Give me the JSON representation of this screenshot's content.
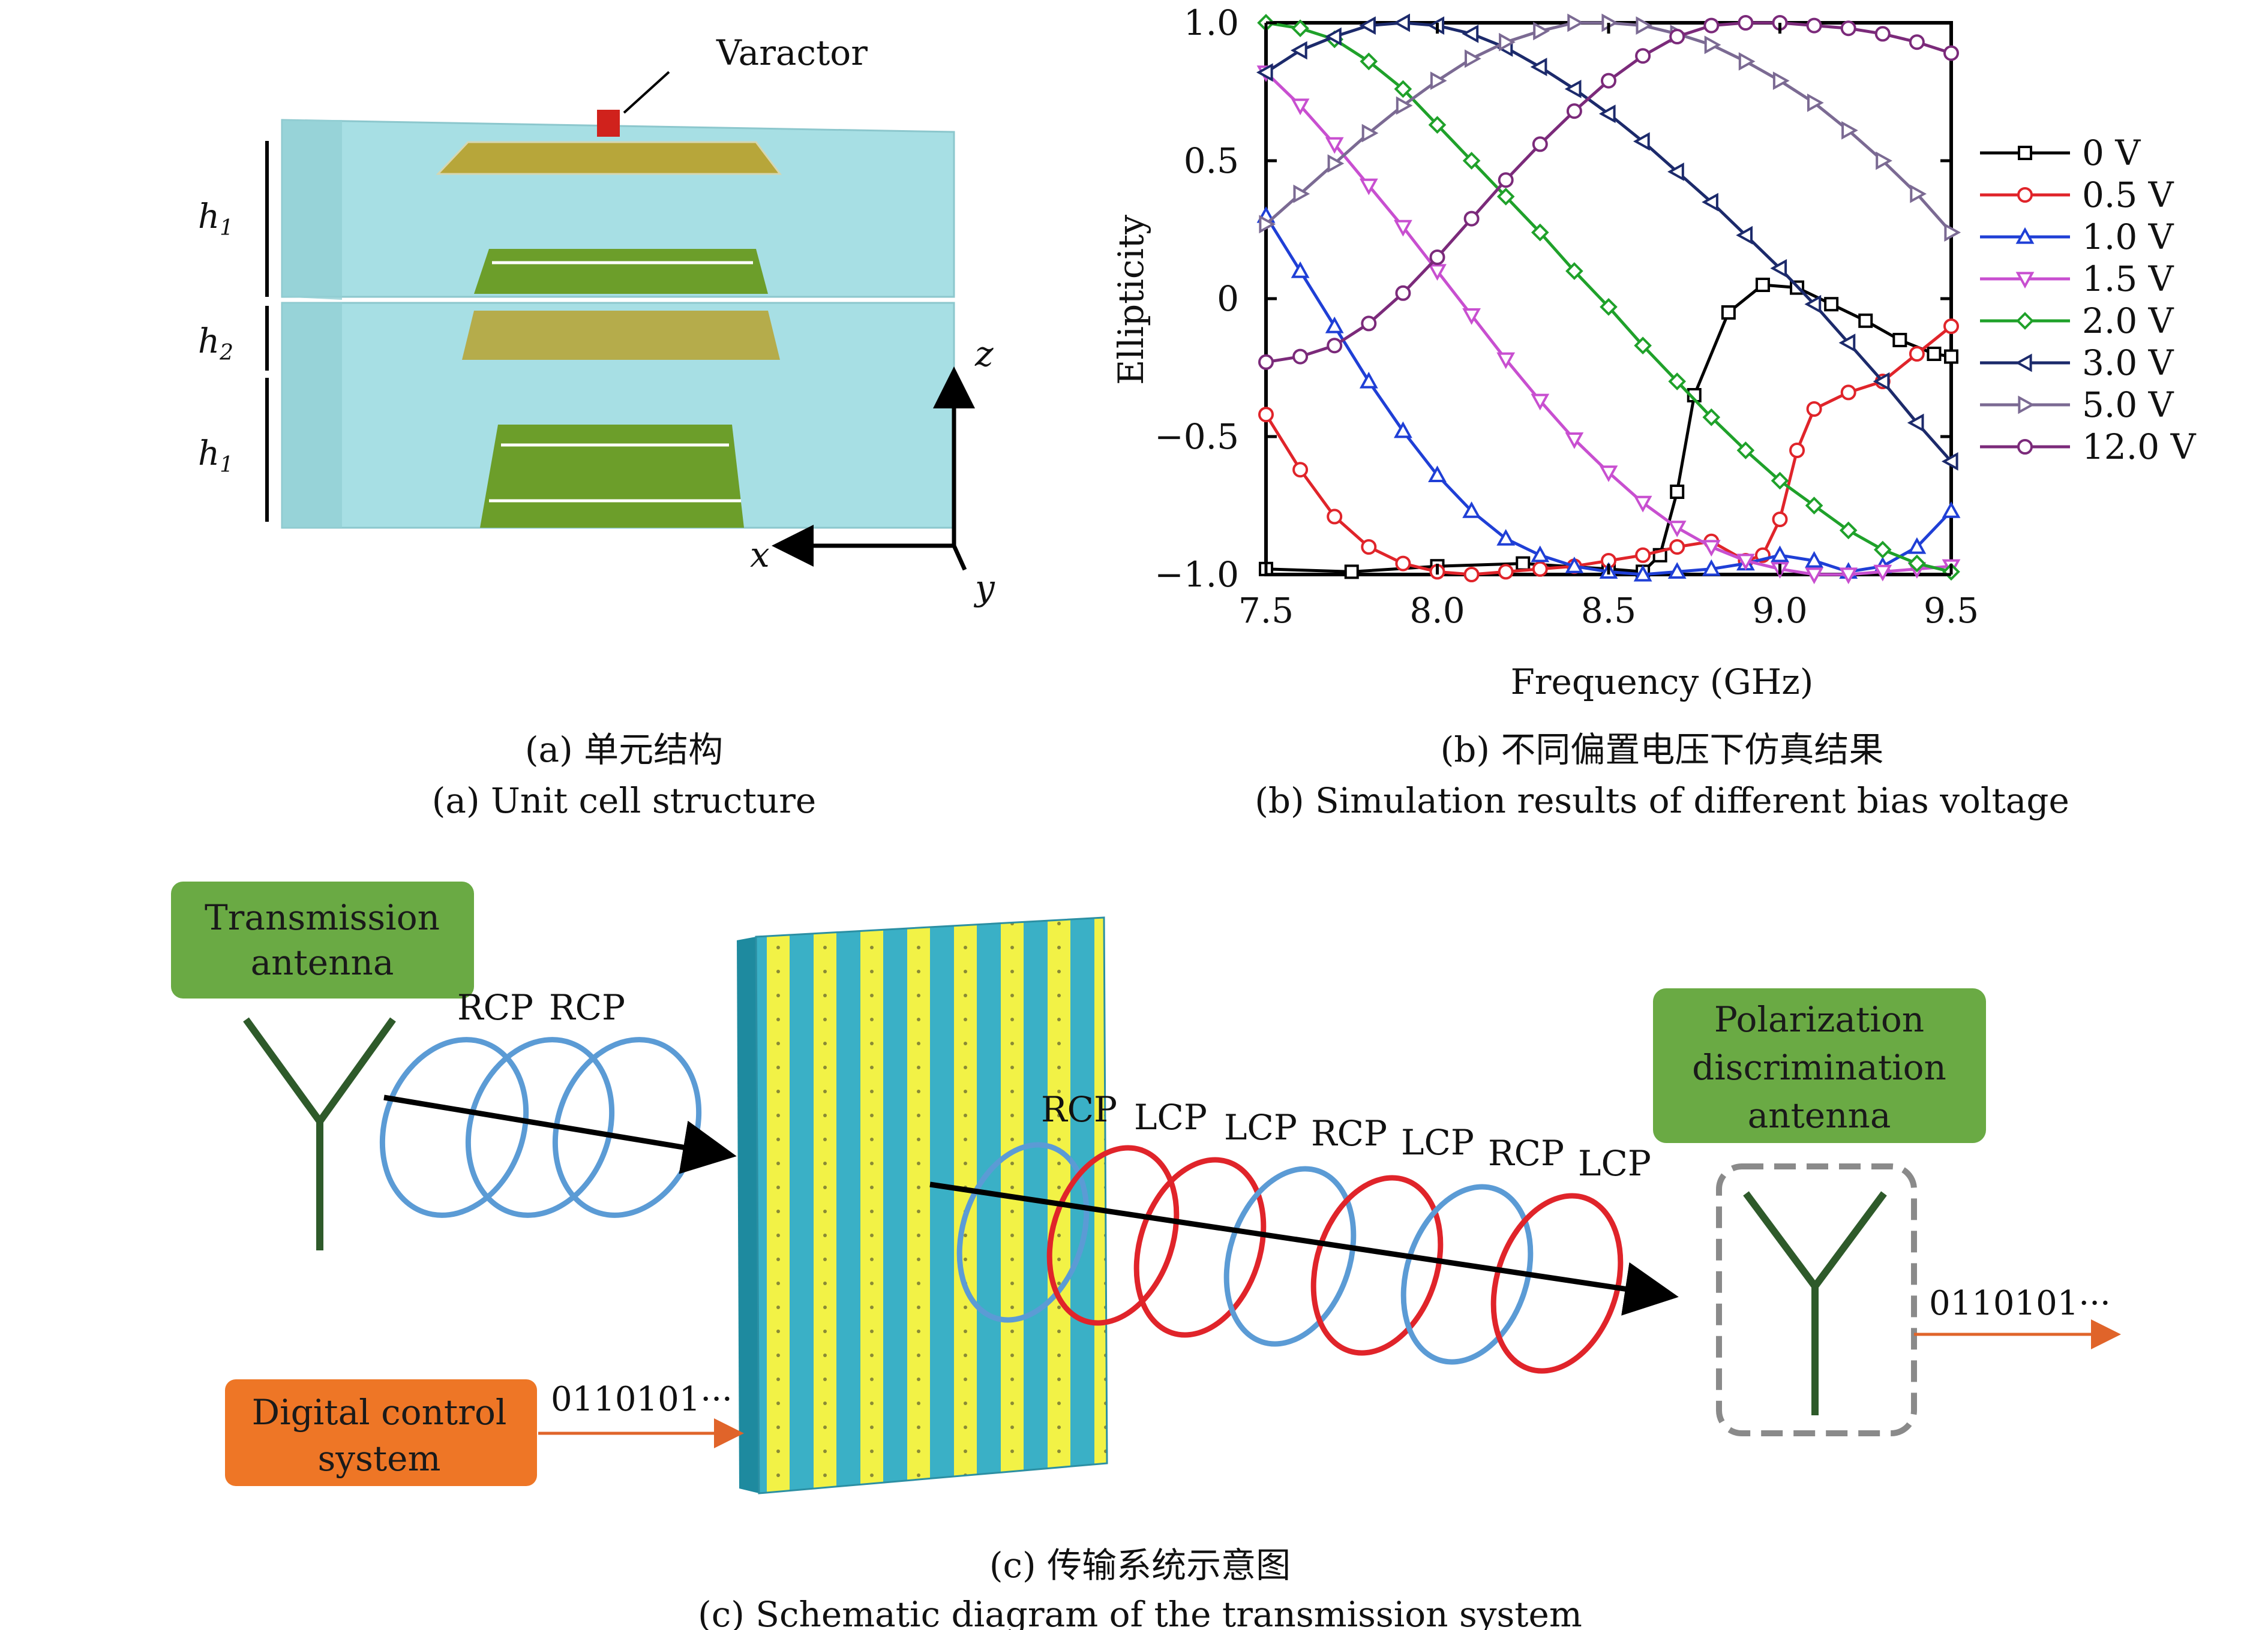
{
  "panel_a": {
    "varactor_label": "Varactor",
    "h1_label": "h1",
    "h2_label": "h2",
    "h1b_label": "h1",
    "axis_x": "x",
    "axis_y": "y",
    "axis_z": "z",
    "caption_zh": "(a) 单元结构",
    "caption_en": "(a) Unit cell structure"
  },
  "panel_b": {
    "caption_zh": "(b) 不同偏置电压下仿真结果",
    "caption_en": "(b) Simulation results of different bias voltage"
  },
  "panel_c": {
    "tx_antenna_label": [
      "Transmission",
      "antenna"
    ],
    "digital_control_label": [
      "Digital control",
      "system"
    ],
    "rx_antenna_label": [
      "Polarization",
      "discrimination",
      "antenna"
    ],
    "bitstream_in": "0110101···",
    "bitstream_out": "0110101···",
    "incident_labels": [
      "RCP",
      "RCP"
    ],
    "output_labels": [
      "RCP",
      "LCP",
      "LCP",
      "RCP",
      "LCP",
      "RCP",
      "LCP"
    ],
    "caption_zh": "(c) 传输系统示意图",
    "caption_en": "(c) Schematic diagram of the transmission system",
    "colors": {
      "rcp": "#5b9bd5",
      "lcp": "#e0242a",
      "green_box": "#6aaa44",
      "orange_box": "#ee7626",
      "antenna": "#2e5a2a"
    }
  },
  "chart_data": {
    "type": "line",
    "title": "",
    "xlabel": "Frequency (GHz)",
    "ylabel": "Ellipticity",
    "xlim": [
      7.5,
      9.5
    ],
    "ylim": [
      -1.0,
      1.0
    ],
    "xticks": [
      "7.5",
      "8.0",
      "8.5",
      "9.0",
      "9.5"
    ],
    "yticks": [
      "1.0",
      "0.5",
      "0",
      "−0.5",
      "−1.0"
    ],
    "xtick_values": [
      7.5,
      8.0,
      8.5,
      9.0,
      9.5
    ],
    "ytick_values": [
      1.0,
      0.5,
      0,
      -0.5,
      -1.0
    ],
    "legend_position": "right",
    "series": [
      {
        "name": "0 V",
        "color": "#000000",
        "marker": "square",
        "x": [
          7.5,
          7.75,
          8.0,
          8.25,
          8.5,
          8.6,
          8.65,
          8.7,
          8.75,
          8.85,
          8.95,
          9.05,
          9.15,
          9.25,
          9.35,
          9.45,
          9.5
        ],
        "y": [
          -0.98,
          -0.99,
          -0.97,
          -0.96,
          -0.98,
          -0.99,
          -0.93,
          -0.7,
          -0.35,
          -0.05,
          0.05,
          0.04,
          -0.02,
          -0.08,
          -0.15,
          -0.2,
          -0.21
        ]
      },
      {
        "name": "0.5 V",
        "color": "#e0242a",
        "marker": "circle",
        "x": [
          7.5,
          7.6,
          7.7,
          7.8,
          7.9,
          8.0,
          8.1,
          8.2,
          8.3,
          8.4,
          8.5,
          8.6,
          8.7,
          8.8,
          8.9,
          8.95,
          9.0,
          9.05,
          9.1,
          9.2,
          9.3,
          9.4,
          9.5
        ],
        "y": [
          -0.42,
          -0.62,
          -0.79,
          -0.9,
          -0.96,
          -0.99,
          -1.0,
          -0.99,
          -0.98,
          -0.97,
          -0.95,
          -0.93,
          -0.9,
          -0.88,
          -0.95,
          -0.93,
          -0.8,
          -0.55,
          -0.4,
          -0.34,
          -0.3,
          -0.2,
          -0.1
        ]
      },
      {
        "name": "1.0 V",
        "color": "#1f3fd6",
        "marker": "triangle-up",
        "x": [
          7.5,
          7.6,
          7.7,
          7.8,
          7.9,
          8.0,
          8.1,
          8.2,
          8.3,
          8.4,
          8.5,
          8.6,
          8.7,
          8.8,
          8.9,
          9.0,
          9.1,
          9.2,
          9.3,
          9.4,
          9.5
        ],
        "y": [
          0.3,
          0.1,
          -0.1,
          -0.3,
          -0.48,
          -0.64,
          -0.77,
          -0.87,
          -0.93,
          -0.97,
          -0.99,
          -1.0,
          -0.99,
          -0.98,
          -0.96,
          -0.93,
          -0.95,
          -0.99,
          -0.97,
          -0.9,
          -0.77
        ]
      },
      {
        "name": "1.5 V",
        "color": "#c84fd0",
        "marker": "triangle-down",
        "x": [
          7.5,
          7.6,
          7.7,
          7.8,
          7.9,
          8.0,
          8.1,
          8.2,
          8.3,
          8.4,
          8.5,
          8.6,
          8.7,
          8.8,
          8.9,
          9.0,
          9.1,
          9.2,
          9.3,
          9.4,
          9.5
        ],
        "y": [
          0.82,
          0.7,
          0.56,
          0.41,
          0.26,
          0.1,
          -0.06,
          -0.22,
          -0.37,
          -0.51,
          -0.63,
          -0.74,
          -0.83,
          -0.9,
          -0.95,
          -0.98,
          -1.0,
          -1.0,
          -0.99,
          -0.98,
          -0.97
        ]
      },
      {
        "name": "2.0 V",
        "color": "#1fa12a",
        "marker": "diamond",
        "x": [
          7.5,
          7.6,
          7.7,
          7.8,
          7.9,
          8.0,
          8.1,
          8.2,
          8.3,
          8.4,
          8.5,
          8.6,
          8.7,
          8.8,
          8.9,
          9.0,
          9.1,
          9.2,
          9.3,
          9.4,
          9.5
        ],
        "y": [
          1.0,
          0.98,
          0.94,
          0.86,
          0.76,
          0.63,
          0.5,
          0.37,
          0.24,
          0.1,
          -0.03,
          -0.17,
          -0.3,
          -0.43,
          -0.55,
          -0.66,
          -0.75,
          -0.84,
          -0.91,
          -0.96,
          -0.99
        ]
      },
      {
        "name": "3.0 V",
        "color": "#1c2a6b",
        "marker": "triangle-left",
        "x": [
          7.5,
          7.6,
          7.7,
          7.8,
          7.9,
          8.0,
          8.1,
          8.2,
          8.3,
          8.4,
          8.5,
          8.6,
          8.7,
          8.8,
          8.9,
          9.0,
          9.1,
          9.2,
          9.3,
          9.4,
          9.5
        ],
        "y": [
          0.82,
          0.9,
          0.95,
          0.99,
          1.0,
          0.99,
          0.96,
          0.91,
          0.84,
          0.76,
          0.67,
          0.57,
          0.46,
          0.35,
          0.23,
          0.11,
          -0.02,
          -0.16,
          -0.3,
          -0.45,
          -0.59
        ]
      },
      {
        "name": "5.0 V",
        "color": "#7b6a93",
        "marker": "triangle-right",
        "x": [
          7.5,
          7.6,
          7.7,
          7.8,
          7.9,
          8.0,
          8.1,
          8.2,
          8.3,
          8.4,
          8.5,
          8.6,
          8.7,
          8.8,
          8.9,
          9.0,
          9.1,
          9.2,
          9.3,
          9.4,
          9.5
        ],
        "y": [
          0.27,
          0.38,
          0.49,
          0.6,
          0.7,
          0.79,
          0.87,
          0.93,
          0.97,
          1.0,
          1.0,
          0.99,
          0.96,
          0.92,
          0.86,
          0.79,
          0.71,
          0.61,
          0.5,
          0.38,
          0.24
        ]
      },
      {
        "name": "12.0 V",
        "color": "#7b2a7a",
        "marker": "circle",
        "x": [
          7.5,
          7.6,
          7.7,
          7.8,
          7.9,
          8.0,
          8.1,
          8.2,
          8.3,
          8.4,
          8.5,
          8.6,
          8.7,
          8.8,
          8.9,
          9.0,
          9.1,
          9.2,
          9.3,
          9.4,
          9.5
        ],
        "y": [
          -0.23,
          -0.21,
          -0.17,
          -0.09,
          0.02,
          0.15,
          0.29,
          0.43,
          0.56,
          0.68,
          0.79,
          0.88,
          0.95,
          0.99,
          1.0,
          1.0,
          0.99,
          0.98,
          0.96,
          0.93,
          0.89
        ]
      }
    ]
  }
}
